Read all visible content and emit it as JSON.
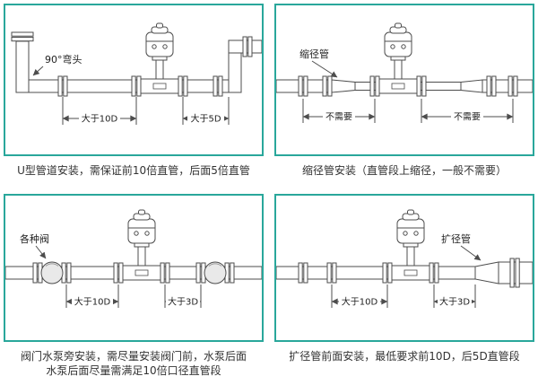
{
  "colors": {
    "panel_border": "#29a79b",
    "line_color": "#4d4d4d"
  },
  "panels": {
    "u_type": {
      "label_elbow": "90°弯头",
      "dim_left": "大于10D",
      "dim_right": "大于5D",
      "caption": "U型管道安装，需保证前10倍直管，后面5倍直管"
    },
    "reducer": {
      "label": "缩径管",
      "dim_left": "不需要",
      "dim_right": "不需要",
      "caption": "缩径管安装（直管段上缩径，一般不需要）"
    },
    "valve_pump": {
      "label": "各种阀",
      "dim_left": "大于10D",
      "dim_right": "大于3D",
      "caption_line1": "阀门水泵旁安装，需尽量安装阀门前，水泵后面",
      "caption_line2": "水泵后面尽量需满足10倍口径直管段"
    },
    "expander": {
      "label": "扩径管",
      "dim_left": "大于10D",
      "dim_right": "大于3D",
      "caption": "扩径管前面安装，最低要求前10D，后5D直管段"
    }
  }
}
